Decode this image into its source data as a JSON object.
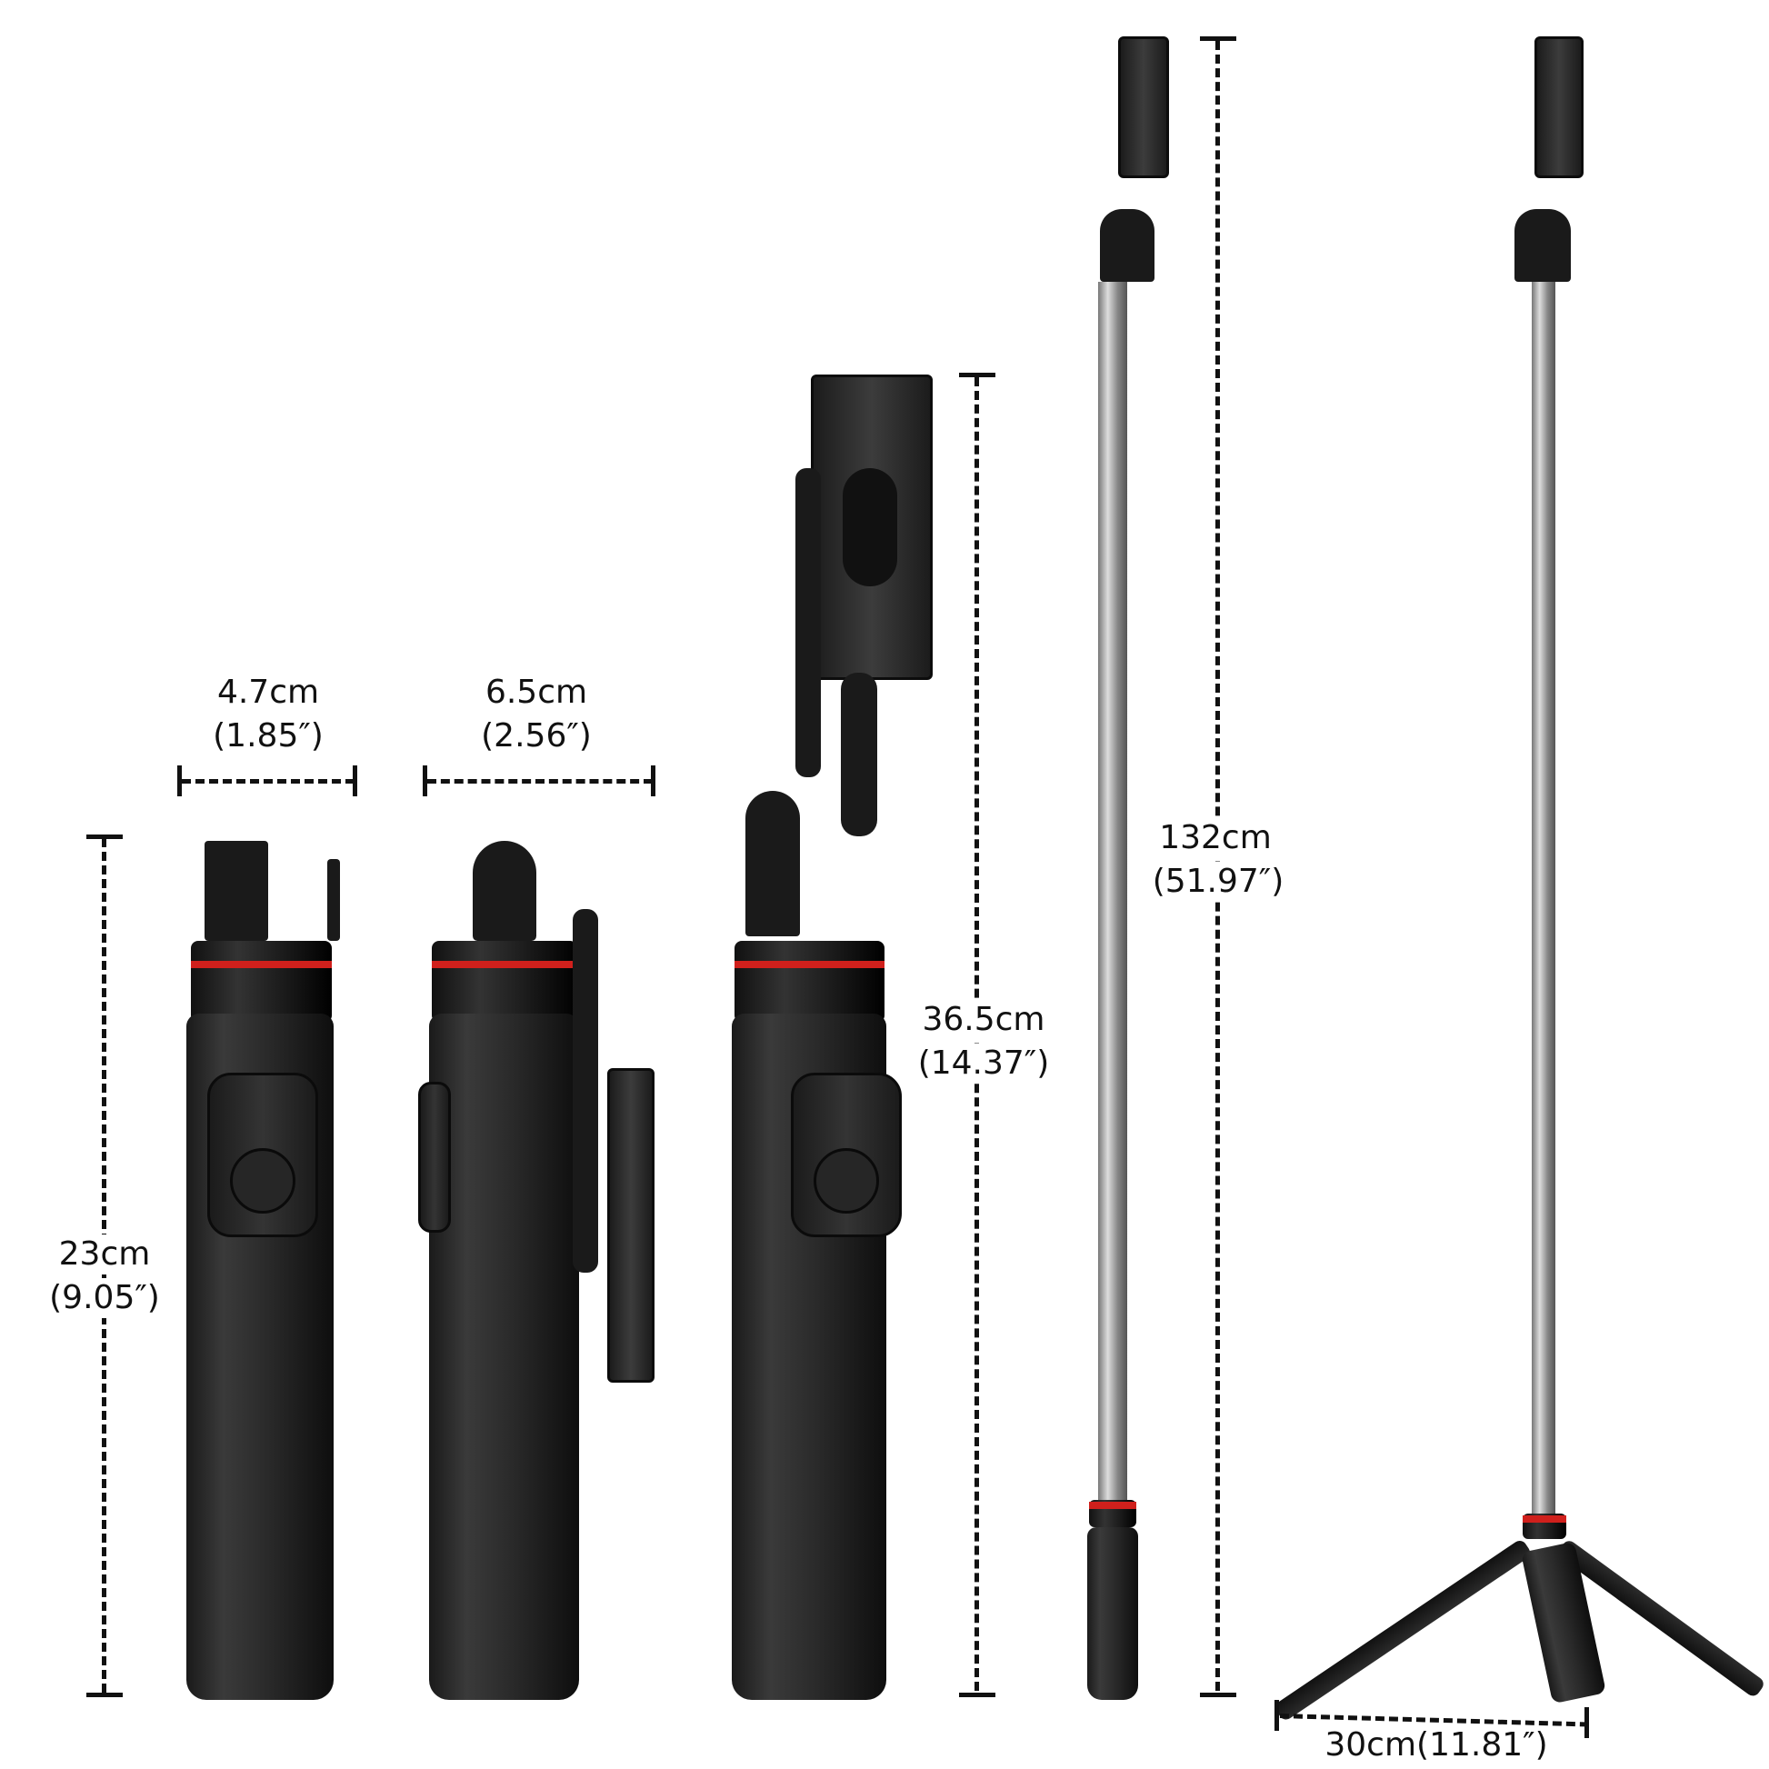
{
  "product": "Selfie stick tripod with phone holder and remote",
  "dimensions": {
    "handle_width": {
      "cm": "4.7cm",
      "in": "(1.85″)"
    },
    "folded_depth": {
      "cm": "6.5cm",
      "in": "(2.56″)"
    },
    "folded_height": {
      "cm": "23cm",
      "in": "(9.05″)"
    },
    "holder_height": {
      "cm": "36.5cm",
      "in": "(14.37″)"
    },
    "extended_height": {
      "cm": "132cm",
      "in": "(51.97″)"
    },
    "tripod_span": {
      "label": "30cm(11.81″)"
    }
  },
  "colors": {
    "body": "#1a1a1a",
    "accent_ring": "#d0201c",
    "pole": "#b5b5b5",
    "background": "#ffffff"
  },
  "views": [
    "front-folded",
    "side-folded",
    "holder-raised",
    "fully-extended",
    "tripod-mode"
  ]
}
